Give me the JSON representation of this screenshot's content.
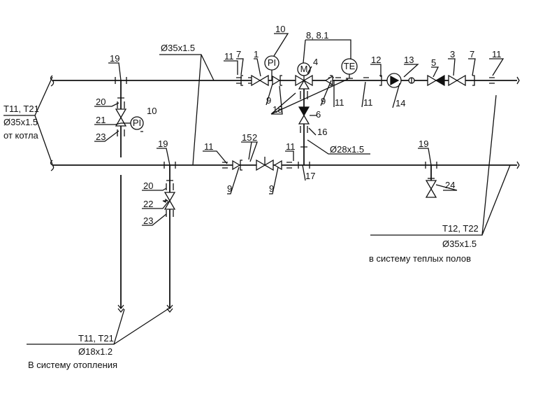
{
  "diagram": {
    "colors": {
      "line": "#111111",
      "background": "#ffffff"
    },
    "pipe_main": "Ø35x1.5",
    "pipe_branch": "Ø28x1.5",
    "inlet": {
      "line1": "T11, T21",
      "line2": "Ø35x1.5",
      "line3": "от котла"
    },
    "outlet_floor": {
      "line1": "T12, T22",
      "line2": "Ø35x1.5",
      "line3": "в систему теплых полов"
    },
    "outlet_heating": {
      "line1": "T11, T21",
      "line2": "Ø18x1.2",
      "line3": "В систему отопления"
    },
    "instruments": {
      "pi": "PI",
      "motor": "M",
      "te": "TE"
    },
    "callouts": {
      "c19a": "19",
      "c20a": "20",
      "c21": "21",
      "c23a": "23",
      "c10a": "10",
      "c19b": "19",
      "c20b": "20",
      "c22": "22",
      "c23b": "23",
      "c11a": "11",
      "c7a": "7",
      "c1": "1",
      "c10b": "10",
      "c88": "8, 8.1",
      "c4": "4",
      "c9a": "9",
      "c18": "18",
      "c9b": "9",
      "c11b": "11",
      "c11c": "11",
      "c12": "12",
      "c13": "13",
      "c14": "14",
      "c5": "5",
      "c3": "3",
      "c7b": "7",
      "c11d": "11",
      "c6": "6",
      "c16": "16",
      "c11e": "11",
      "c15": "15",
      "c2": "2",
      "c11f": "11",
      "c9c": "9",
      "c9d": "9",
      "c17": "17",
      "c19c": "19",
      "c24": "24"
    }
  }
}
